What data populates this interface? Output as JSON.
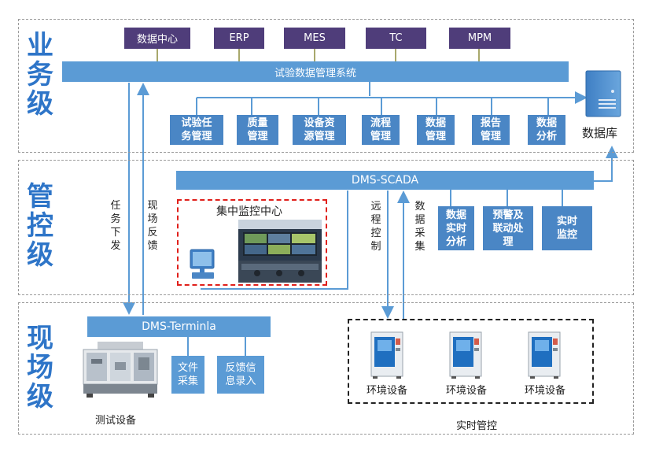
{
  "tiers": {
    "business": "业务级",
    "control": "管控级",
    "field": "现场级"
  },
  "external_systems": [
    "数据中心",
    "ERP",
    "MES",
    "TC",
    "MPM"
  ],
  "main_system": "试验数据管理系统",
  "business_modules": [
    "试验任\n务管理",
    "质量\n管理",
    "设备资\n源管理",
    "流程\n管理",
    "数据\n管理",
    "报告\n管理",
    "数据\n分析"
  ],
  "database_label": "数据库",
  "scada_label": "DMS-SCADA",
  "monitor_center_label": "集中监控中心",
  "scada_modules": [
    "数据\n实时\n分析",
    "预警及\n联动处\n理",
    "实时\n监控"
  ],
  "flows": {
    "task_issue": "任务下发",
    "field_feedback": "现场反馈",
    "remote_control": "远程控制",
    "data_collection": "数据采集"
  },
  "terminal_label": "DMS-Terminla",
  "terminal_modules": [
    "文件\n采集",
    "反馈信\n息录入"
  ],
  "test_equipment_label": "测试设备",
  "env_devices": [
    "环境设备",
    "环境设备",
    "环境设备"
  ],
  "realtime_control_label": "实时管控",
  "colors": {
    "tier_label": "#2e75c8",
    "bar": "#5b9bd5",
    "module": "#4a86c5",
    "external": "#4f3d7a",
    "arrow": "#5b9bd5",
    "monitor_border": "#e0201b"
  }
}
